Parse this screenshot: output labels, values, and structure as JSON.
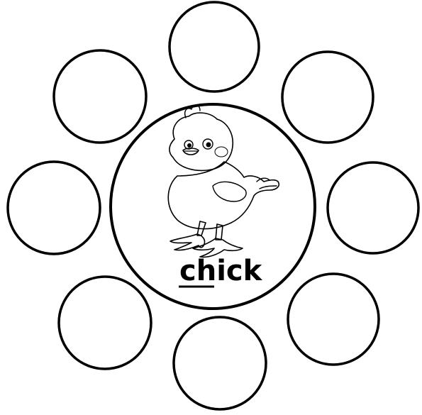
{
  "worksheet": {
    "center_word": "chick",
    "underlined_part": "ch",
    "picture": "chick-illustration",
    "blank_circle_count": 8
  }
}
